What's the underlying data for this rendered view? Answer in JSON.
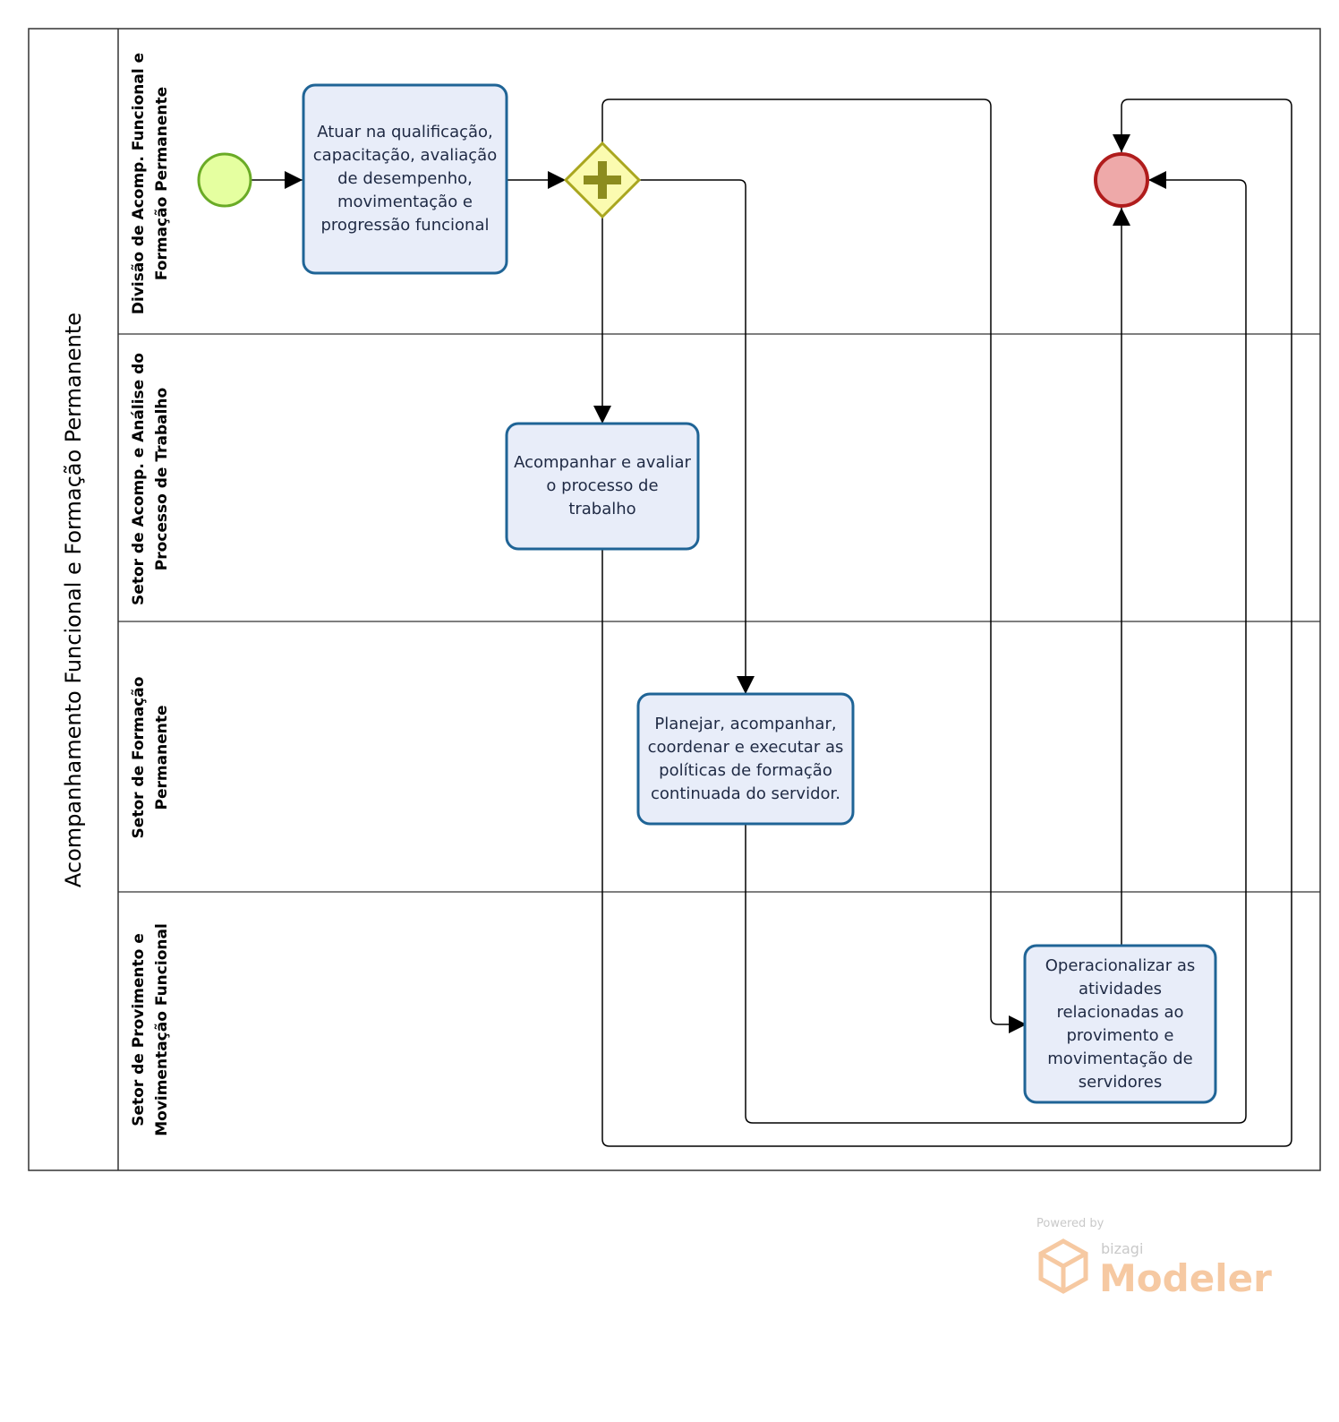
{
  "pool": {
    "title": "Acompanhamento Funcional e Formação Permanente"
  },
  "lanes": [
    {
      "line1": "Divisão de Acomp. Funcional e",
      "line2": "Formação Permanente"
    },
    {
      "line1": "Setor de Acomp. e Análise do",
      "line2": "Processo de Trabalho"
    },
    {
      "line1": "Setor de Formação",
      "line2": "Permanente"
    },
    {
      "line1": "Setor de Provimento e",
      "line2": "Movimentação Funcional"
    }
  ],
  "tasks": {
    "qualificacao": "Atuar na qualificação, capacitação, avaliação de desempenho, movimentação e progressão funcional",
    "acompanhar": "Acompanhar e avaliar o processo de trabalho",
    "planejar": "Planejar, acompanhar, coordenar e executar as políticas de formação continuada do servidor.",
    "operacionalizar": "Operacionalizar as atividades relacionadas ao provimento e movimentação de servidores"
  },
  "events": {
    "start_icon": "start-event-circle",
    "end_icon": "end-event-circle"
  },
  "gateway": {
    "icon": "parallel-gateway-plus"
  },
  "colors": {
    "task_fill": "#e8edf9",
    "task_stroke": "#1f6496",
    "start_fill": "#e5ffa0",
    "start_stroke": "#6aab26",
    "end_fill": "#eea9a9",
    "end_stroke": "#b01c1c",
    "gateway_fill": "#fbfbb0",
    "gateway_stroke": "#a9a61f",
    "gateway_plus": "#8c8c1e"
  },
  "watermark": {
    "powered": "Powered by",
    "brand": "bizagi",
    "product": "Modeler"
  }
}
